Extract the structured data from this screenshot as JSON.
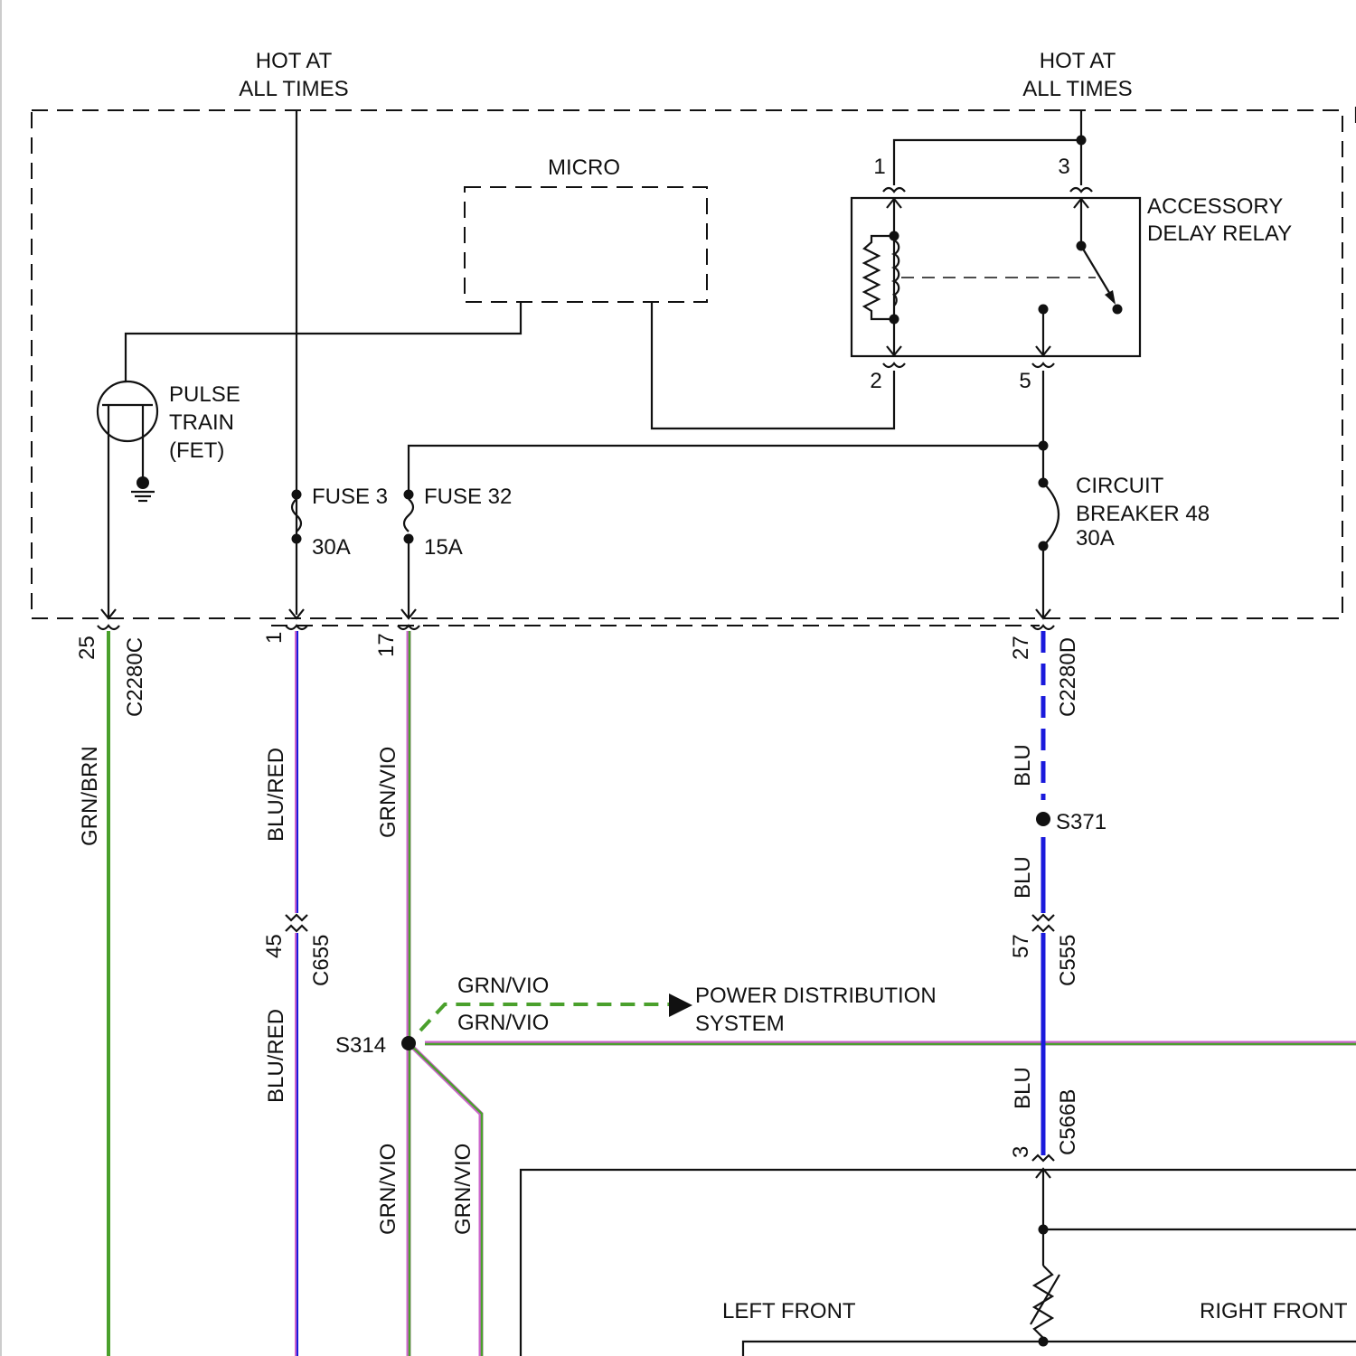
{
  "labels": {
    "hot_left_1": "HOT AT",
    "hot_left_2": "ALL TIMES",
    "hot_right_1": "HOT AT",
    "hot_right_2": "ALL TIMES",
    "micro": "MICRO",
    "relay_pin_1": "1",
    "relay_pin_3": "3",
    "relay_pin_2": "2",
    "relay_pin_5": "5",
    "relay_name_1": "ACCESSORY",
    "relay_name_2": "DELAY RELAY",
    "pulse_1": "PULSE",
    "pulse_2": "TRAIN",
    "pulse_3": "(FET)",
    "fuse3_name": "FUSE 3",
    "fuse3_rating": "30A",
    "fuse32_name": "FUSE 32",
    "fuse32_rating": "15A",
    "cb_1": "CIRCUIT",
    "cb_2": "BREAKER 48",
    "cb_3": "30A",
    "pin_25": "25",
    "conn_c2280c": "C2280C",
    "pin_1": "1",
    "pin_17": "17",
    "pin_27": "27",
    "conn_c2280d": "C2280D",
    "wire_grn_brn": "GRN/BRN",
    "wire_blu_red_1": "BLU/RED",
    "wire_grn_vio_1": "GRN/VIO",
    "wire_blu_1": "BLU",
    "splice_s371": "S371",
    "wire_blu_2": "BLU",
    "pin_45": "45",
    "conn_c655": "C655",
    "pin_57": "57",
    "conn_c555": "C555",
    "wire_grn_vio_2": "GRN/VIO",
    "wire_grn_vio_3": "GRN/VIO",
    "pds_1": "POWER DISTRIBUTION",
    "pds_2": "SYSTEM",
    "splice_s314": "S314",
    "wire_blu_red_2": "BLU/RED",
    "wire_blu_3": "BLU",
    "conn_c566b": "C566B",
    "pin_3": "3",
    "wire_grn_vio_4": "GRN/VIO",
    "wire_grn_vio_5": "GRN/VIO",
    "left_front": "LEFT FRONT",
    "right_front": "RIGHT FRONT"
  },
  "colors": {
    "wire_green": "#4aa02c",
    "wire_violet": "#cc66cc",
    "wire_blue": "#1a1adc",
    "wire_black": "#111111"
  }
}
